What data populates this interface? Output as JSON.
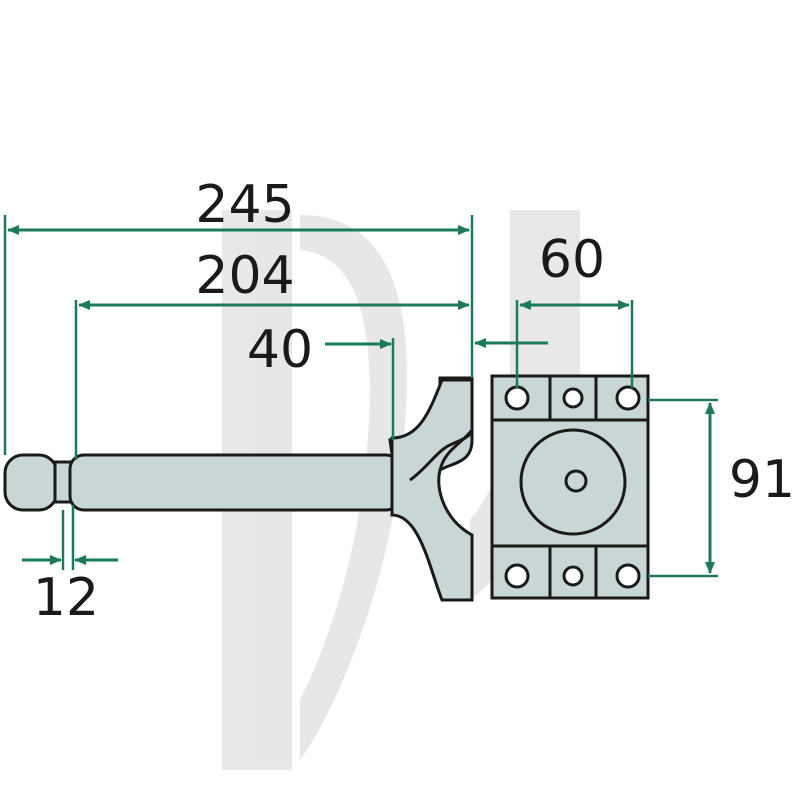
{
  "colors": {
    "dimension": "#1b7a5a",
    "part_fill": "#c9d6d6",
    "outline": "#1a1a1a",
    "watermark": "#bfbfbf"
  },
  "dimensions": {
    "overall_length": "245",
    "shaft_length": "204",
    "mount_offset": "40",
    "bolt_spacing_horizontal": "60",
    "bolt_spacing_vertical": "91",
    "tip_length": "12"
  }
}
